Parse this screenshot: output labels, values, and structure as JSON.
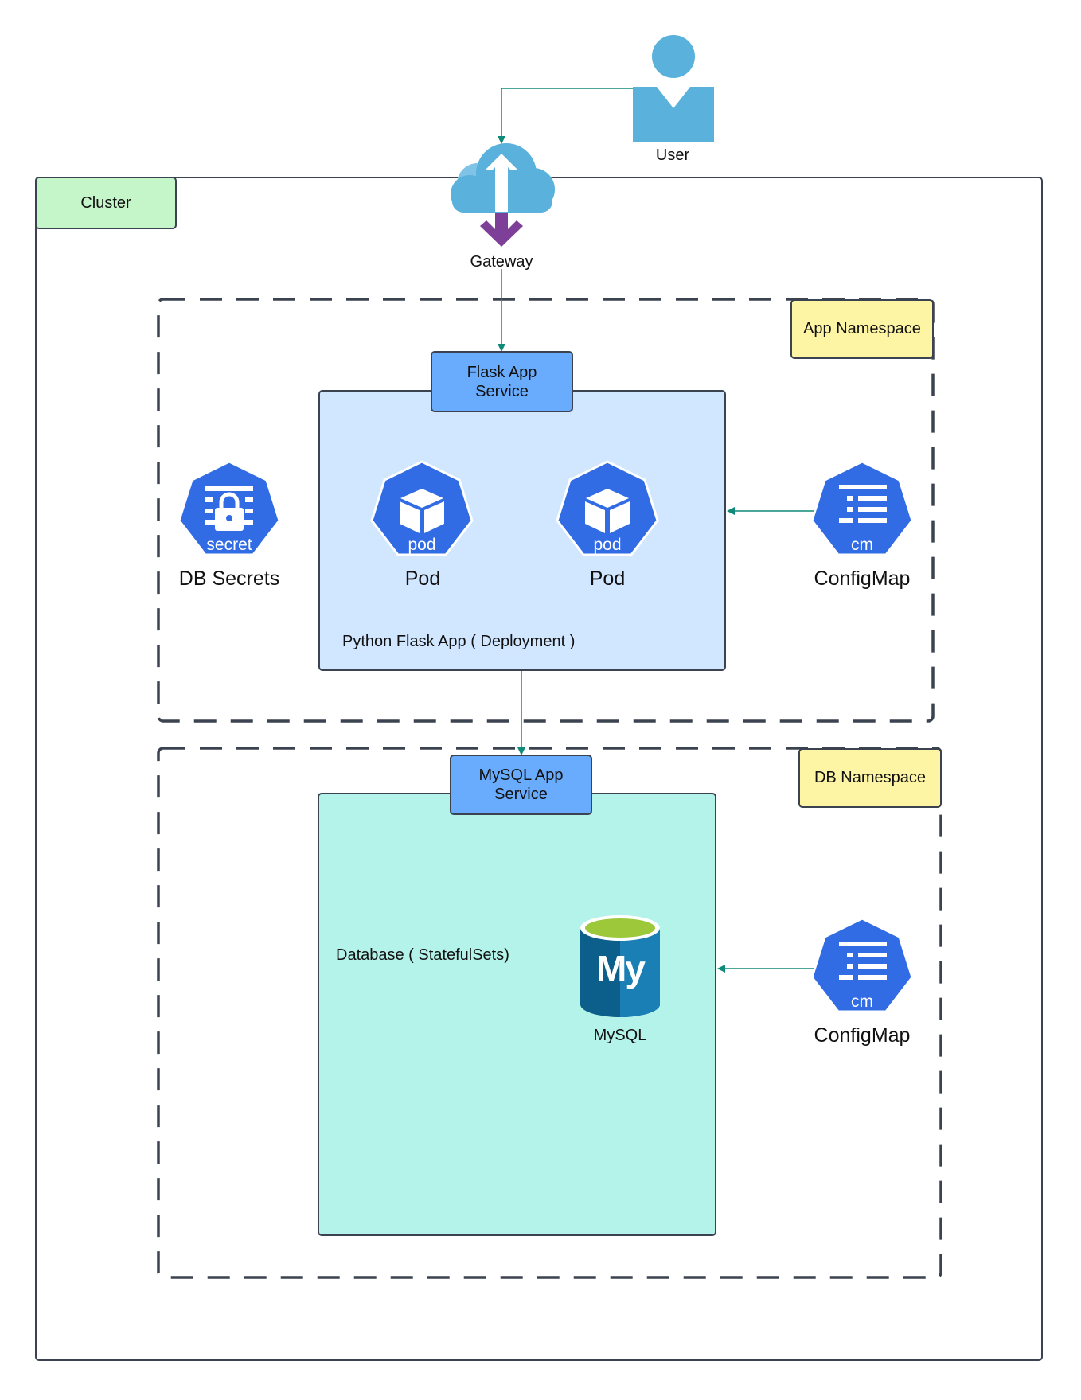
{
  "cluster": {
    "label": "Cluster"
  },
  "user": {
    "label": "User"
  },
  "gateway": {
    "label": "Gateway"
  },
  "app_namespace": {
    "label": "App Namespace",
    "service": {
      "line1": "Flask App",
      "line2": "Service"
    },
    "deployment_label": "Python Flask App ( Deployment )",
    "pods": [
      {
        "icon_text": "pod",
        "label": "Pod"
      },
      {
        "icon_text": "pod",
        "label": "Pod"
      }
    ],
    "secret": {
      "icon_text": "secret",
      "label": "DB Secrets"
    },
    "configmap": {
      "icon_text": "cm",
      "label": "ConfigMap"
    }
  },
  "db_namespace": {
    "label": "DB Namespace",
    "service": {
      "line1": "MySQL App",
      "line2": "Service"
    },
    "statefulset_label": "Database ( StatefulSets)",
    "mysql": {
      "logo_text": "My",
      "label": "MySQL"
    },
    "configmap": {
      "icon_text": "cm",
      "label": "ConfigMap"
    }
  },
  "colors": {
    "k8s_blue": "#326ce5",
    "connector": "#0f8a79",
    "service_fill": "#69acfd",
    "deployment_fill": "#d1e6ff",
    "statefulset_fill": "#b4f3ea",
    "namespace_tag": "#fdf5a3",
    "cluster_tag": "#c5f6c9",
    "user_icon": "#5ab1dc",
    "gateway_arrow_down": "#7d3f98"
  }
}
